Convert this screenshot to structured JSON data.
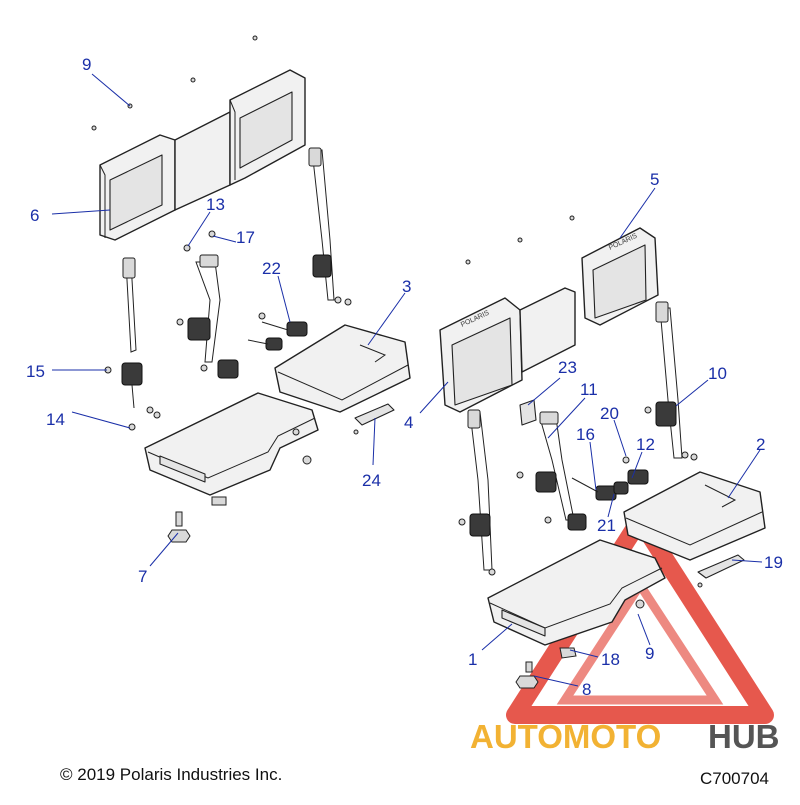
{
  "callouts": [
    {
      "id": "c9a",
      "text": "9"
    },
    {
      "id": "c6",
      "text": "6"
    },
    {
      "id": "c13",
      "text": "13"
    },
    {
      "id": "c17",
      "text": "17"
    },
    {
      "id": "c22",
      "text": "22"
    },
    {
      "id": "c3",
      "text": "3"
    },
    {
      "id": "c5",
      "text": "5"
    },
    {
      "id": "c15",
      "text": "15"
    },
    {
      "id": "c14",
      "text": "14"
    },
    {
      "id": "c24",
      "text": "24"
    },
    {
      "id": "c7",
      "text": "7"
    },
    {
      "id": "c4",
      "text": "4"
    },
    {
      "id": "c23",
      "text": "23"
    },
    {
      "id": "c11",
      "text": "11"
    },
    {
      "id": "c10",
      "text": "10"
    },
    {
      "id": "c20",
      "text": "20"
    },
    {
      "id": "c16",
      "text": "16"
    },
    {
      "id": "c12",
      "text": "12"
    },
    {
      "id": "c2",
      "text": "2"
    },
    {
      "id": "c21",
      "text": "21"
    },
    {
      "id": "c19",
      "text": "19"
    },
    {
      "id": "c1",
      "text": "1"
    },
    {
      "id": "c18",
      "text": "18"
    },
    {
      "id": "c9b",
      "text": "9"
    },
    {
      "id": "c8",
      "text": "8"
    }
  ],
  "footer": {
    "copyright": "© 2019 Polaris Industries Inc.",
    "figure_code": "C700704"
  },
  "watermark": {
    "brand_part1": "AUTOMOTO",
    "brand_part2": "HUB",
    "color_triangle": "#e23b2e",
    "color_part1": "#f2b233",
    "color_part2": "#555555"
  },
  "seat_back_logo": "POLARIS",
  "colors": {
    "callout": "#1a2fa8",
    "line": "#222222"
  }
}
